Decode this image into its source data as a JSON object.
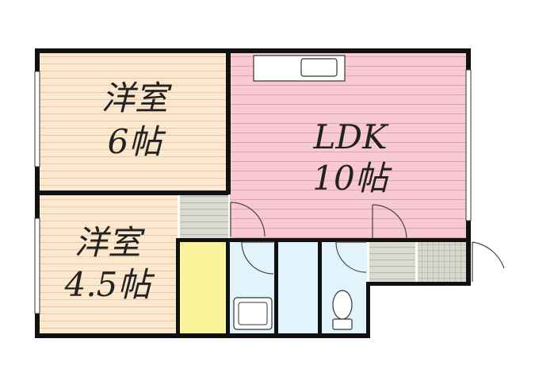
{
  "rooms": {
    "western_6": {
      "name": "洋室",
      "size": "6帖"
    },
    "western_45": {
      "name": "洋室",
      "size": "4.5帖"
    },
    "ldk": {
      "name": "LDK",
      "size": "10帖"
    }
  },
  "colors": {
    "western": "#fbe8cf",
    "western_lines": "#e9cfae",
    "ldk": "#f7c9d3",
    "ldk_lines": "#e8a6b4",
    "closet": "#faf39a",
    "bath": "#e2f4fb",
    "floor_gray": "#d6d6cc",
    "wall": "#111111"
  },
  "icons": [
    "kitchen-sink-icon",
    "toilet-icon",
    "bathtub-icon",
    "washbasin-icon"
  ]
}
